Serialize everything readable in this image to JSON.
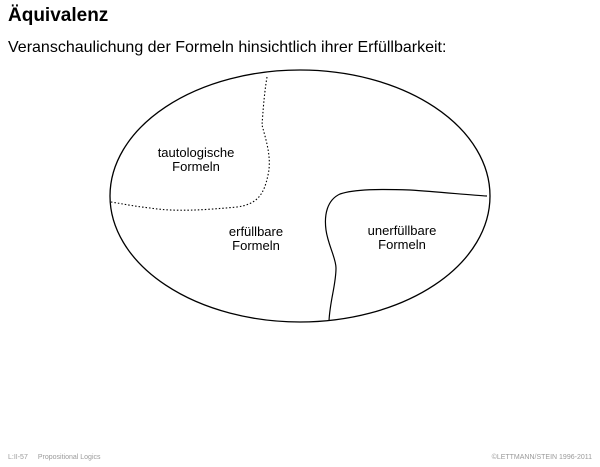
{
  "slide": {
    "title": "Äquivalenz",
    "subtitle": "Veranschaulichung der Formeln hinsichtlich ihrer Erfüllbarkeit:"
  },
  "diagram": {
    "regions": [
      {
        "id": "tautological",
        "line1": "tautologische",
        "line2": "Formeln"
      },
      {
        "id": "satisfiable",
        "line1": "erfüllbare",
        "line2": "Formeln"
      },
      {
        "id": "unsatisfiable",
        "line1": "unerfüllbare",
        "line2": "Formeln"
      }
    ]
  },
  "footer": {
    "page_ref": "L:II-57",
    "course": "Propositional Logics",
    "copyright": "©LETTMANN/STEIN 1996-2011"
  }
}
